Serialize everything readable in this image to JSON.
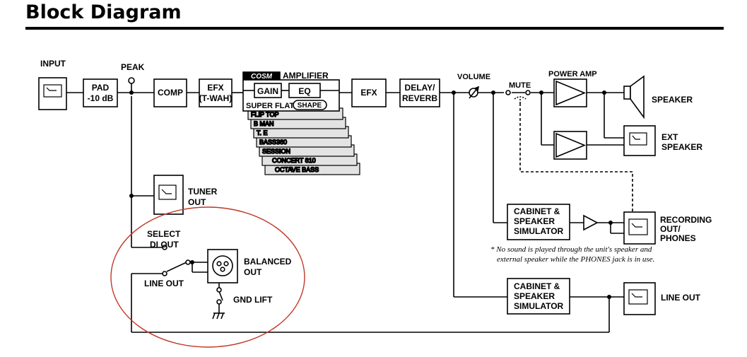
{
  "title": "Block Diagram",
  "blocks": {
    "input": "INPUT",
    "peak": "PEAK",
    "pad_line1": "PAD",
    "pad_line2": "-10 dB",
    "comp": "COMP",
    "efx1_line1": "EFX",
    "efx1_line2": "(T-WAH)",
    "cosm_logo": "COSM",
    "amplifier": "AMPLIFIER",
    "gain": "GAIN",
    "eq": "EQ",
    "super_flat": "SUPER FLAT",
    "shape": "SHAPE",
    "amp_types": [
      "FLIP TOP",
      "B MAN",
      "T. E",
      "BASS360",
      "SESSION",
      "CONCERT 810",
      "OCTAVE BASS"
    ],
    "efx2": "EFX",
    "delay_line1": "DELAY/",
    "delay_line2": "REVERB",
    "volume": "VOLUME",
    "mute": "MUTE",
    "power_amp": "POWER AMP",
    "speaker": "SPEAKER",
    "ext_speaker_line1": "EXT",
    "ext_speaker_line2": "SPEAKER",
    "tuner_line1": "TUNER",
    "tuner_line2": "OUT",
    "select_line1": "SELECT",
    "select_line2": "DI OUT",
    "line_out_left": "LINE OUT",
    "balanced_line1": "BALANCED",
    "balanced_line2": "OUT",
    "gnd_lift": "GND LIFT",
    "cab1_line1": "CABINET &",
    "cab1_line2": "SPEAKER",
    "cab1_line3": "SIMULATOR",
    "cab2_line1": "CABINET &",
    "cab2_line2": "SPEAKER",
    "cab2_line3": "SIMULATOR",
    "recording_line1": "RECORDING",
    "recording_line2": "OUT/",
    "recording_line3": "PHONES",
    "line_out_right": "LINE OUT",
    "note_line1": "* No sound is played through the unit's speaker and",
    "note_line2": "external speaker while the PHONES jack is in use."
  },
  "colors": {
    "ink": "#000000",
    "highlight_circle": "#c0392b",
    "amp_stack_fill": "#e3e3e3"
  }
}
